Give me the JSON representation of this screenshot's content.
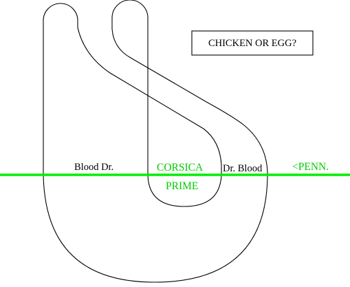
{
  "title": "CHICKEN OR EGG?",
  "labels": {
    "blood_dr": "Blood Dr.",
    "corsica": "CORSICA",
    "prime": "PRIME",
    "dr_blood": "Dr. Blood",
    "penn": "<PENN."
  },
  "colors": {
    "line": "#000000",
    "road": "#00ee00",
    "label": "#000000",
    "highlight": "#00cc00",
    "background": "#ffffff"
  }
}
